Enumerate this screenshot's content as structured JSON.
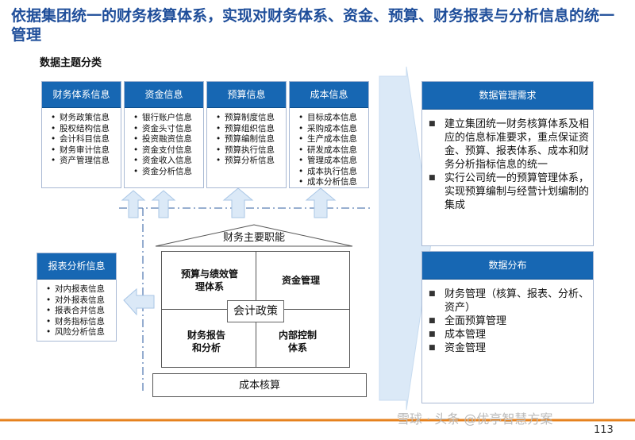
{
  "title": "依据集团统一的财务核算体系，实现对财务体系、资金、预算、财务报表与分析信息的统一管理",
  "section_title": "数据主题分类",
  "categories": [
    {
      "header": "财务体系信息",
      "items": [
        "财务政策信息",
        "股权结构信息",
        "会计科目信息",
        "财务审计信息",
        "资产管理信息"
      ]
    },
    {
      "header": "资金信息",
      "items": [
        "银行账户信息",
        "资金头寸信息",
        "投资融资信息",
        "资金支付信息",
        "资金收入信息",
        "资金分析信息"
      ]
    },
    {
      "header": "预算信息",
      "items": [
        "预算制度信息",
        "预算组织信息",
        "预算编制信息",
        "预算执行信息",
        "预算分析信息"
      ]
    },
    {
      "header": "成本信息",
      "items": [
        "目标成本信息",
        "采购成本信息",
        "生产成本信息",
        "研发成本信息",
        "管理成本信息",
        "成本执行信息",
        "成本分析信息"
      ]
    }
  ],
  "report_box": {
    "header": "报表分析信息",
    "items": [
      "对内报表信息",
      "对外报表信息",
      "报表合并信息",
      "财务指标信息",
      "风险分析信息"
    ]
  },
  "functions": {
    "roof_label": "财务主要职能",
    "top_left": "预算与绩效管理体系",
    "top_right": "资金管理",
    "bottom_left": "财务报告和分析",
    "bottom_right": "内部控制体系",
    "center": "会计政策",
    "base": "成本核算"
  },
  "needs": {
    "header": "数据管理需求",
    "items": [
      "建立集团统一财务核算体系及相应的信息标准要求，重点保证资金、预算、报表体系、成本和财务分析指标信息的统一",
      "实行公司统一的预算管理体系，实现预算编制与经营计划编制的集成"
    ]
  },
  "distribution": {
    "header": "数据分布",
    "items": [
      "财务管理（核算、报表、分析、资产）",
      "全面预算管理",
      "成本管理",
      "资金管理"
    ]
  },
  "watermark": "雪球 · 头条 @优亭智慧方案",
  "page_number": "113",
  "colors": {
    "title": "#1f4e9a",
    "header_fill": "#1767b3",
    "arrow_fill": "#dbe9f7",
    "footer_line": "#e6821e"
  }
}
